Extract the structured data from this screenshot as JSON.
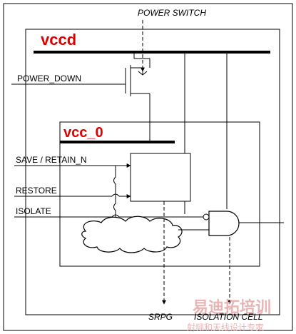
{
  "labels": {
    "power_switch": "POWER SWITCH",
    "vccd": "vccd",
    "power_down": "POWER_DOWN",
    "vcc_0": "vcc_0",
    "save_retain": "SAVE / RETAIN_N",
    "restore": "RESTORE",
    "isolate": "ISOLATE",
    "srpg": "SRPG",
    "isolation_cell": "ISOLATION CELL"
  },
  "watermark": {
    "main": "易迪拓培训",
    "sub": "射频和天线设计专家"
  },
  "colors": {
    "domain_label": "#e00000",
    "line": "#000000",
    "watermark": "#e8a8a8"
  }
}
